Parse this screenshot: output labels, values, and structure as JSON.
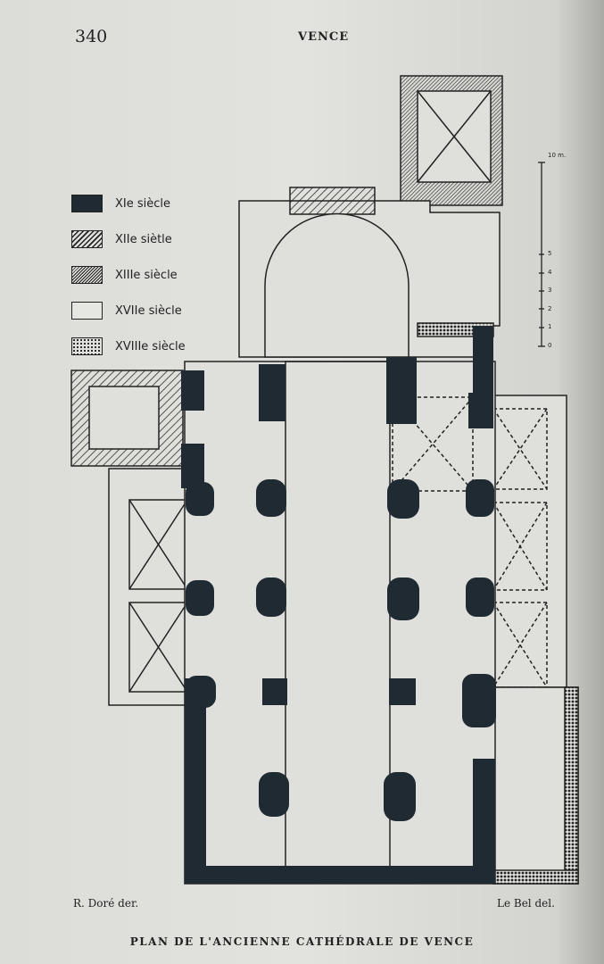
{
  "page_number": "340",
  "running_head": "VENCE",
  "legend": [
    {
      "label": "XIe siècle",
      "pattern": "solid"
    },
    {
      "label": "XIIe siètle",
      "pattern": "hatch-wide"
    },
    {
      "label": "XIIIe siècle",
      "pattern": "hatch-dense"
    },
    {
      "label": "XVIIe siècle",
      "pattern": "blank"
    },
    {
      "label": "XVIIIe siècle",
      "pattern": "crosshatch"
    }
  ],
  "scale": {
    "unit": "10 m.",
    "ticks": [
      "0",
      "1",
      "2",
      "3",
      "4",
      "5"
    ]
  },
  "credits": {
    "left": "R. Doré der.",
    "right": "Le Bel del."
  },
  "caption": "PLAN DE L'ANCIENNE CATHÉDRALE DE VENCE",
  "colors": {
    "ink": "#1f2a33",
    "paper": "#dfdfdb"
  }
}
